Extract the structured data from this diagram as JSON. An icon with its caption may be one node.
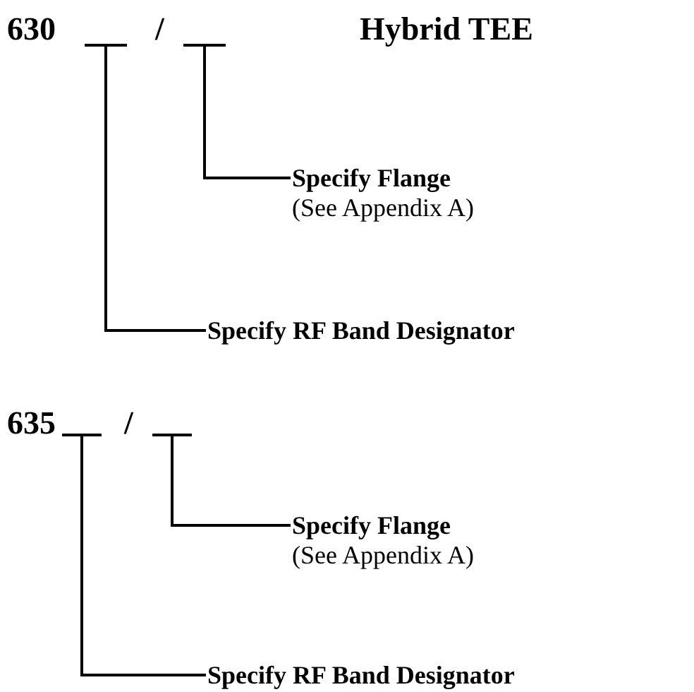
{
  "diagram": {
    "title": "Hybrid TEE",
    "nodes": [
      {
        "text": [],
        "shape": "bar"
      },
      {
        "text": [],
        "shape": "bar"
      },
      {
        "text": [
          "Specify Flange",
          "(See Appendix A)"
        ]
      },
      {
        "text": [
          "Specify RF Band Designator"
        ]
      },
      {
        "text": [],
        "shape": "bar"
      },
      {
        "text": [],
        "shape": "bar"
      },
      {
        "text": [
          "Specify Flange",
          "(See Appendix A)"
        ]
      },
      {
        "text": [
          "Specify RF Band Designator"
        ]
      }
    ],
    "edges": [
      {
        "from": 1,
        "to": 2,
        "arrow": "none"
      },
      {
        "from": 0,
        "to": 3,
        "arrow": "none"
      },
      {
        "from": 5,
        "to": 6,
        "arrow": "none"
      },
      {
        "from": 4,
        "to": 7,
        "arrow": "none"
      }
    ],
    "labels": [
      "630",
      "/",
      "635",
      "/"
    ]
  }
}
